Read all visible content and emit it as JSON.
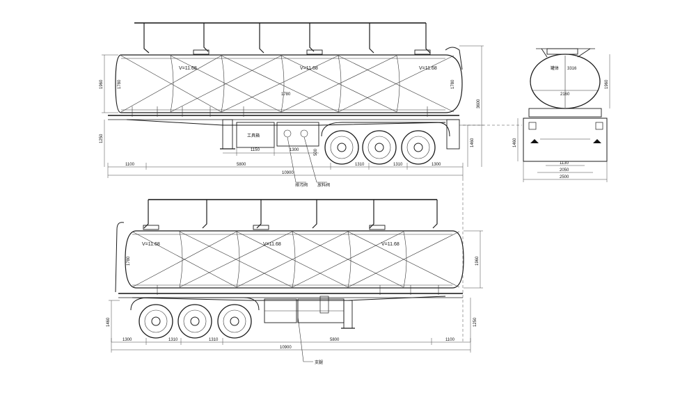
{
  "drawing": {
    "side_view_top": {
      "compartments": [
        {
          "label": "V=11.68"
        },
        {
          "label": "V=11.68"
        },
        {
          "label": "V=11.68"
        }
      ],
      "labels": {
        "tank_height_left": "1960",
        "tank_inner_left": "1780",
        "tank_inner_mid": "1780",
        "tank_inner_right": "1780",
        "overall_height": "3600",
        "frame_height_left": "1250",
        "frame_height_right": "1460",
        "toolbox_gap": "1150",
        "toolbox_width": "1300",
        "toolbox_label": "工具箱",
        "wheel_gap": "500",
        "front_overhang": "1100",
        "kingpin_to_axle": "5800",
        "axle_spacing_1": "1310",
        "axle_spacing_2": "1310",
        "rear_overhang": "1300",
        "overall_length": "10900",
        "callout_1": "排污阀",
        "callout_2": "放料阀"
      }
    },
    "end_view": {
      "labels": {
        "tank_label": "罐体",
        "tank_width": "3316",
        "tank_height_right": "1960",
        "inner_width": "2160",
        "frame_height": "1460",
        "track_width_1": "1130",
        "track_width_2": "2050",
        "overall_width": "2500"
      }
    },
    "side_view_bottom": {
      "compartments": [
        {
          "label": "V=11.68"
        },
        {
          "label": "V=11.68"
        },
        {
          "label": "V=11.68"
        }
      ],
      "labels": {
        "tank_inner_left": "1780",
        "tank_height_right": "1960",
        "frame_height_left": "1460",
        "frame_height_right": "1250",
        "rear_overhang": "1300",
        "axle_spacing_1": "1310",
        "axle_spacing_2": "1310",
        "kingpin_to_axle": "5800",
        "front_overhang": "1100",
        "overall_length": "10900",
        "callout": "支腿"
      }
    }
  }
}
